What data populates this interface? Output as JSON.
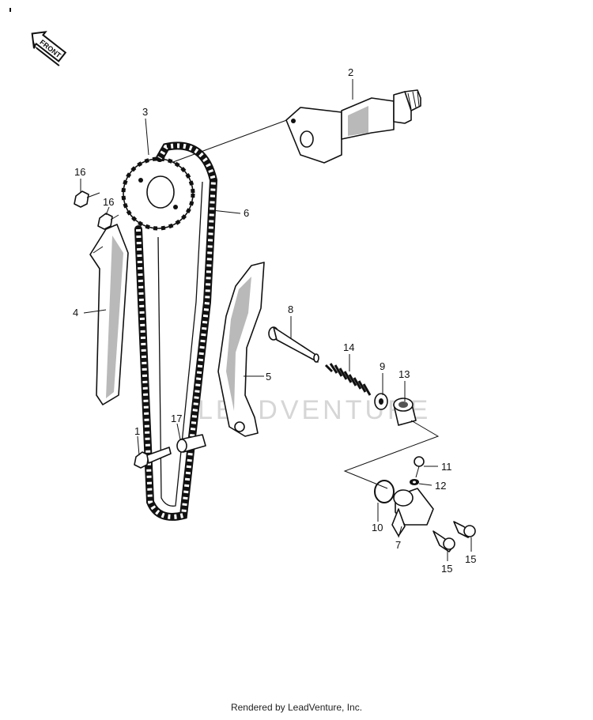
{
  "front_arrow": {
    "label": "FRONT"
  },
  "watermark": {
    "text": "LEADVENTURE"
  },
  "callouts": {
    "c1": "1",
    "c2": "2",
    "c3": "3",
    "c4": "4",
    "c5": "5",
    "c6": "6",
    "c7": "7",
    "c8": "8",
    "c9": "9",
    "c10": "10",
    "c11": "11",
    "c12": "12",
    "c13": "13",
    "c14": "14",
    "c15a": "15",
    "c15b": "15",
    "c16a": "16",
    "c16b": "16",
    "c17": "17"
  },
  "footer": {
    "text": "Rendered by LeadVenture, Inc."
  }
}
